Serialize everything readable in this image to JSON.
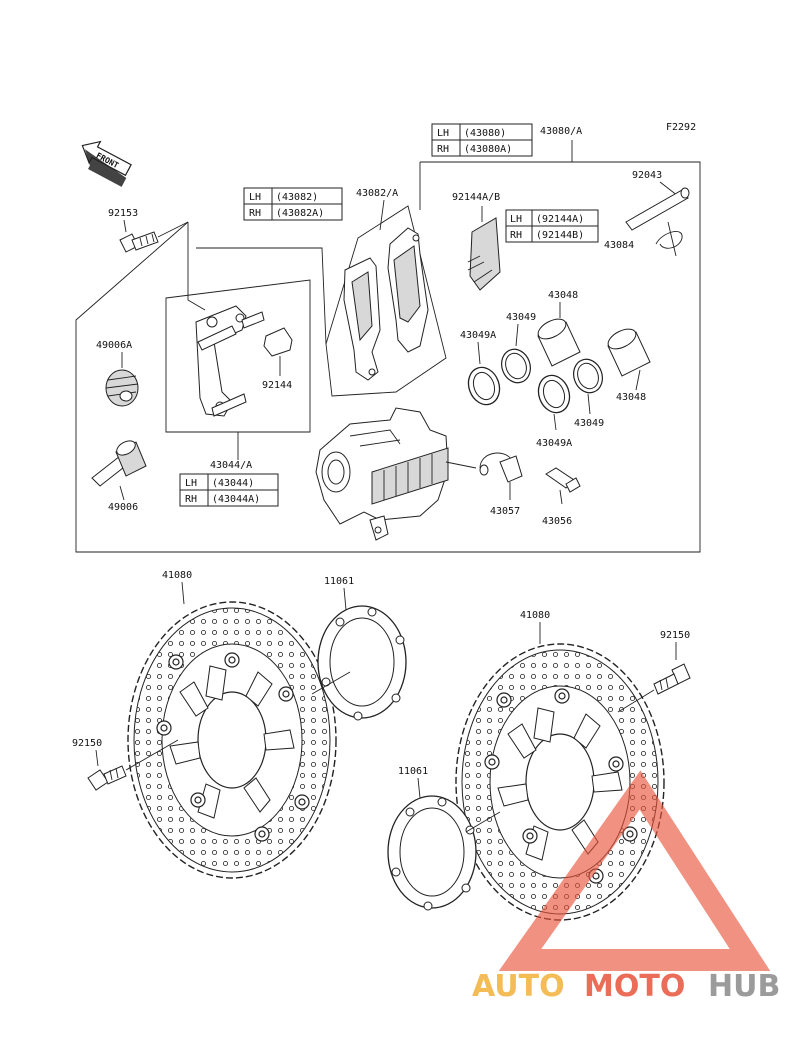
{
  "figure_code": "F2292",
  "front_arrow_label": "FRONT",
  "tables": {
    "t43080": [
      [
        "LH",
        "(43080)"
      ],
      [
        "RH",
        "(43080A)"
      ]
    ],
    "t43082": [
      [
        "LH",
        "(43082)"
      ],
      [
        "RH",
        "(43082A)"
      ]
    ],
    "t92144": [
      [
        "LH",
        "(92144A)"
      ],
      [
        "RH",
        "(92144B)"
      ]
    ],
    "t43044": [
      [
        "LH",
        "(43044)"
      ],
      [
        "RH",
        "(43044A)"
      ]
    ]
  },
  "labels": {
    "p43080A": "43080/A",
    "p43082A": "43082/A",
    "p92144AB": "92144A/B",
    "p92043": "92043",
    "p43084": "43084",
    "p92153": "92153",
    "p49006A": "49006A",
    "p49006": "49006",
    "p92144": "92144",
    "p43044A": "43044/A",
    "p43048a": "43048",
    "p43048b": "43048",
    "p43049a": "43049",
    "p43049b": "43049",
    "p43049Aa": "43049A",
    "p43049Ab": "43049A",
    "p43057": "43057",
    "p43056": "43056",
    "p41080a": "41080",
    "p41080b": "41080",
    "p11061a": "11061",
    "p11061b": "11061",
    "p92150a": "92150",
    "p92150b": "92150"
  },
  "watermark": {
    "part1": "AUTO",
    "part2": "MOTO",
    "part3": "HUB",
    "colors": {
      "auto": "#f2b13a",
      "moto": "#e8533a",
      "hub": "#8a8a8a",
      "triangle": "#e8533a"
    }
  }
}
